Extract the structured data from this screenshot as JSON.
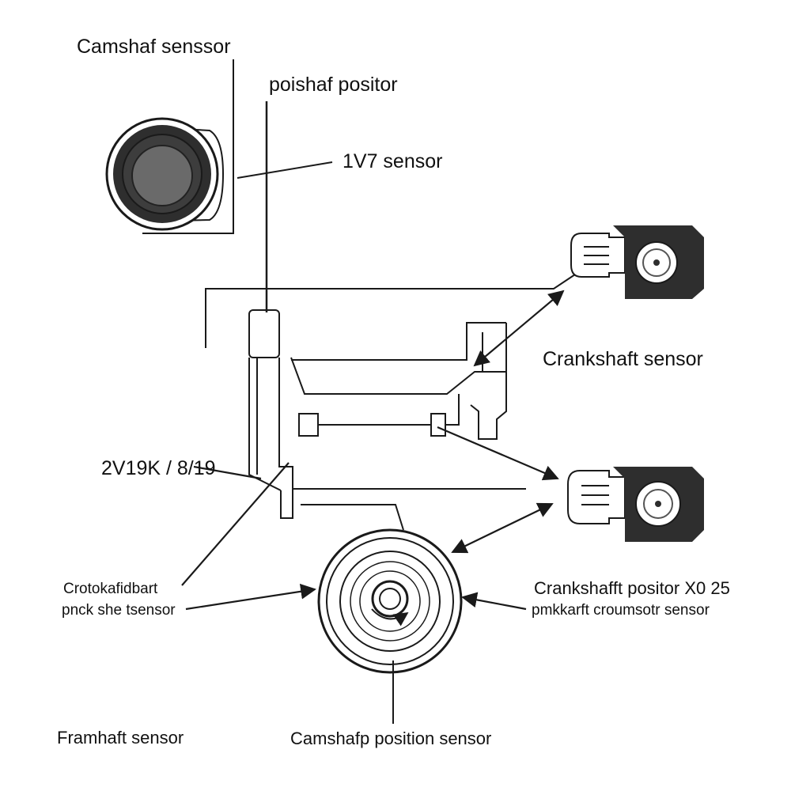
{
  "labels": {
    "camshaft_sensor_top": "Camshaf senssor",
    "poishaf_positor": "poishaf positor",
    "v7_sensor": "1V7 sensor",
    "crankshaft_sensor": "Crankshaft sensor",
    "voltage_label": "2V19K / 8/19",
    "crankshaft_left_line1": "Crotokafidbart",
    "crankshaft_left_line2": "pnck she tsensor",
    "crankshaft_right_line1": "Crankshafft positor X0 25",
    "crankshaft_right_line2": "pmkkarft croumsotr sensor",
    "framhaft_sensor": "Framhaft sensor",
    "camshaft_position_sensor": "Camshafp position sensor"
  },
  "colors": {
    "line": "#1a1a1a",
    "sensor_body": "#2e2e2e",
    "sensor_lens": "#6a6a6a",
    "background": "#ffffff"
  }
}
